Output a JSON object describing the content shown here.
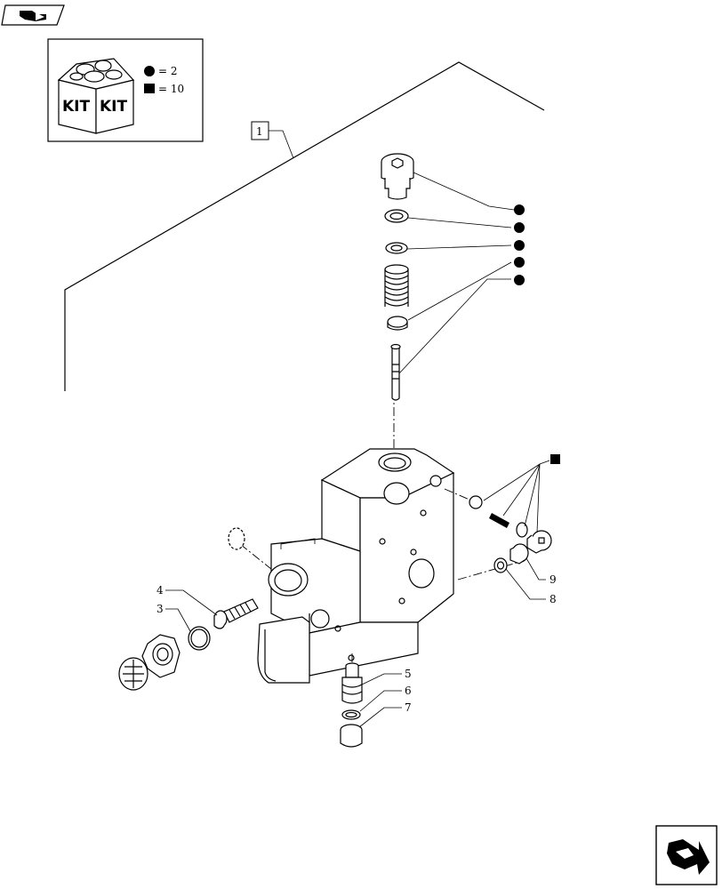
{
  "kit_legend": {
    "kit_label_left": "KIT",
    "kit_label_right": "KIT",
    "circle_qty": "= 2",
    "square_qty": "= 10"
  },
  "assembly_ref": "1",
  "callouts": {
    "c4": "4",
    "c3": "3",
    "c5": "5",
    "c6": "6",
    "c7": "7",
    "c8": "8",
    "c9": "9"
  },
  "icons": {
    "top_nav": "arrow-back-icon",
    "bottom_nav": "arrow-next-icon"
  },
  "colors": {
    "line": "#000000",
    "background": "#ffffff"
  }
}
